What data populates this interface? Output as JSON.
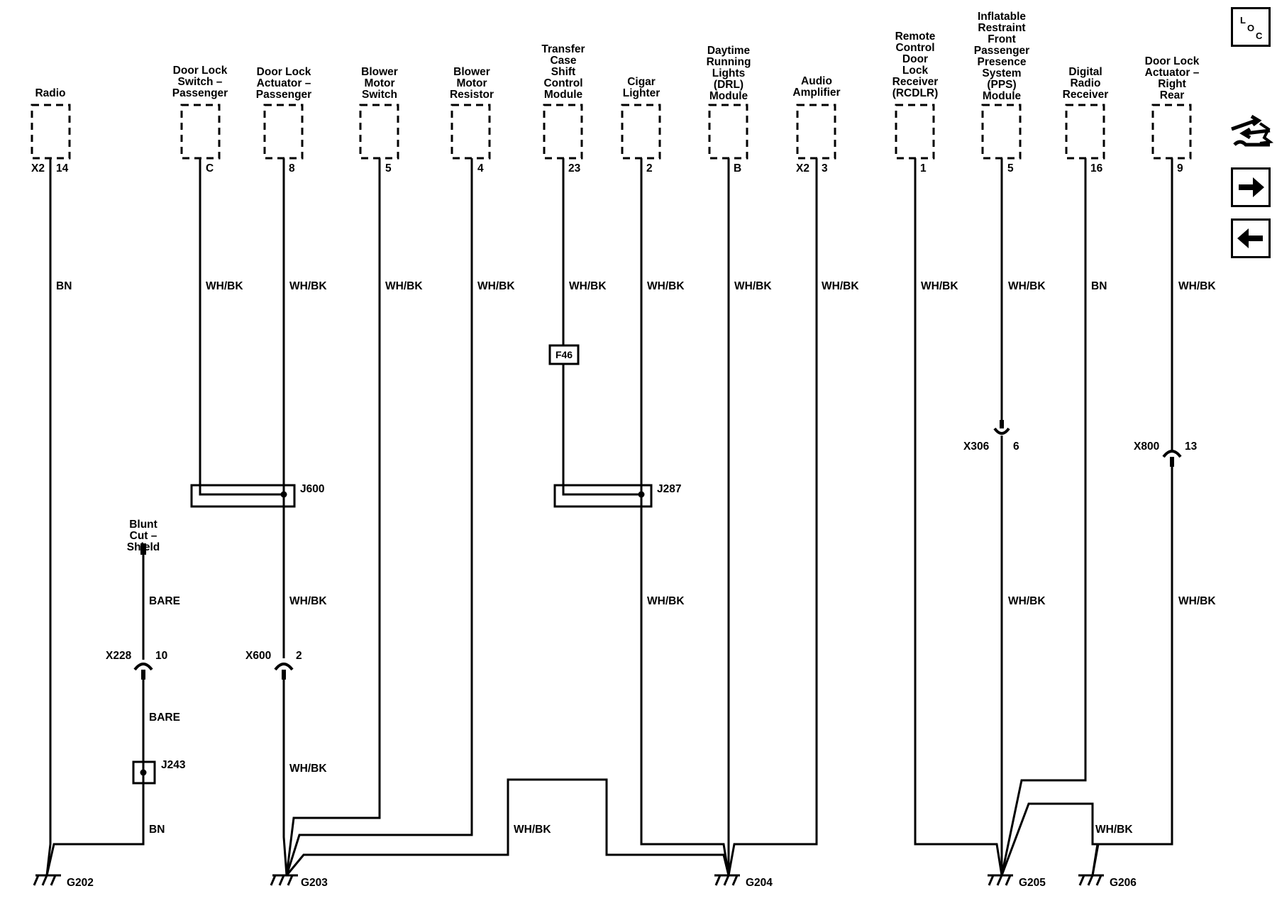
{
  "components": [
    {
      "id": "radio",
      "lines": [
        "Radio"
      ],
      "pins": [
        "X2",
        "14"
      ],
      "wire_color": "BN"
    },
    {
      "id": "door-lock-switch-passenger",
      "lines": [
        "Door Lock",
        "Switch –",
        "Passenger"
      ],
      "pins": [
        "C"
      ],
      "wire_color": "WH/BK"
    },
    {
      "id": "door-lock-actuator-passenger",
      "lines": [
        "Door Lock",
        "Actuator –",
        "Passenger"
      ],
      "pins": [
        "8"
      ],
      "wire_color": "WH/BK"
    },
    {
      "id": "blower-motor-switch",
      "lines": [
        "Blower",
        "Motor",
        "Switch"
      ],
      "pins": [
        "5"
      ],
      "wire_color": "WH/BK"
    },
    {
      "id": "blower-motor-resistor",
      "lines": [
        "Blower",
        "Motor",
        "Resistor"
      ],
      "pins": [
        "4"
      ],
      "wire_color": "WH/BK"
    },
    {
      "id": "transfer-case-shift-control-module",
      "lines": [
        "Transfer",
        "Case",
        "Shift",
        "Control",
        "Module"
      ],
      "pins": [
        "23"
      ],
      "wire_color": "WH/BK"
    },
    {
      "id": "cigar-lighter",
      "lines": [
        "Cigar",
        "Lighter"
      ],
      "pins": [
        "2"
      ],
      "wire_color": "WH/BK"
    },
    {
      "id": "drl-module",
      "lines": [
        "Daytime",
        "Running",
        "Lights",
        "(DRL)",
        "Module"
      ],
      "pins": [
        "B"
      ],
      "wire_color": "WH/BK"
    },
    {
      "id": "audio-amplifier",
      "lines": [
        "Audio",
        "Amplifier"
      ],
      "pins": [
        "X2",
        "3"
      ],
      "wire_color": "WH/BK"
    },
    {
      "id": "rcdlr",
      "lines": [
        "Remote",
        "Control",
        "Door",
        "Lock",
        "Receiver",
        "(RCDLR)"
      ],
      "pins": [
        "1"
      ],
      "wire_color": "WH/BK"
    },
    {
      "id": "pps-module",
      "lines": [
        "Inflatable",
        "Restraint",
        "Front",
        "Passenger",
        "Presence",
        "System",
        "(PPS)",
        "Module"
      ],
      "pins": [
        "5"
      ],
      "wire_color": "WH/BK"
    },
    {
      "id": "digital-radio-receiver",
      "lines": [
        "Digital",
        "Radio",
        "Receiver"
      ],
      "pins": [
        "16"
      ],
      "wire_color": "BN"
    },
    {
      "id": "door-lock-actuator-right-rear",
      "lines": [
        "Door Lock",
        "Actuator –",
        "Right",
        "Rear"
      ],
      "pins": [
        "9"
      ],
      "wire_color": "WH/BK"
    }
  ],
  "shield": {
    "lines": [
      "Blunt",
      "Cut –",
      "Shield"
    ]
  },
  "fuse": "F46",
  "splices": {
    "j600": "J600",
    "j287": "J287",
    "j243": "J243"
  },
  "connectors": {
    "x228": {
      "name": "X228",
      "pin": "10"
    },
    "x600": {
      "name": "X600",
      "pin": "2"
    },
    "x306": {
      "name": "X306",
      "pin": "6"
    },
    "x800": {
      "name": "X800",
      "pin": "13"
    }
  },
  "wire_labels": {
    "bare_upper": "BARE",
    "bare_lower": "BARE",
    "bn_shield": "BN",
    "x600_upper": "WH/BK",
    "x600_lower": "WH/BK",
    "cigar_lower": "WH/BK",
    "fuse_jumper": "WH/BK",
    "pps_lower": "WH/BK",
    "g206_branch": "WH/BK",
    "right_rear_lower": "WH/BK"
  },
  "grounds": [
    "G202",
    "G203",
    "G204",
    "G205",
    "G206"
  ],
  "nav": {
    "loc_letters": [
      "L",
      "O",
      "C"
    ],
    "icons": [
      "component-locator-icon",
      "ground-distribution-icon",
      "next-page-icon",
      "previous-page-icon"
    ]
  }
}
